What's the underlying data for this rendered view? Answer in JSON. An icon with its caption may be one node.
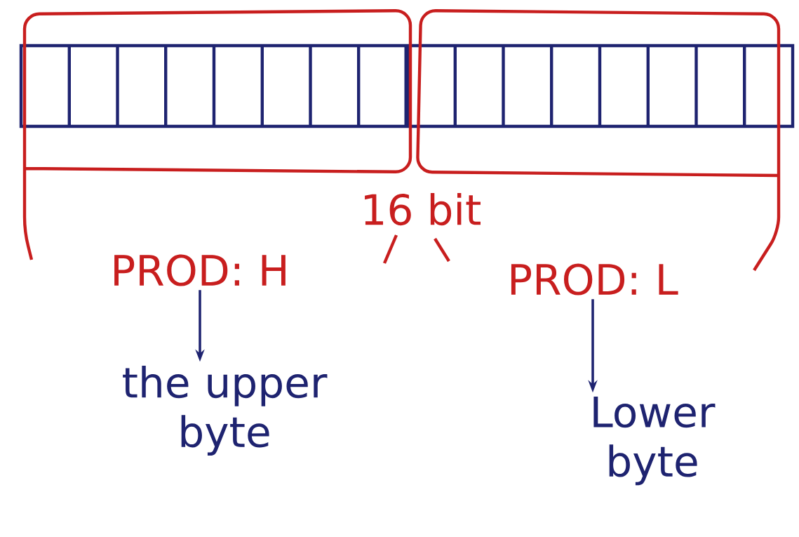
{
  "diagram": {
    "nodes": [
      {
        "text": [
          "PROD: H"
        ]
      },
      {
        "text": [
          "the upper byte"
        ]
      },
      {
        "text": [
          "PROD: L"
        ]
      },
      {
        "text": [
          "Lower byte"
        ]
      }
    ],
    "edges": [
      {
        "from": 0,
        "to": 1,
        "arrow": "to"
      },
      {
        "from": 2,
        "to": 3,
        "arrow": "to"
      }
    ],
    "labels": [
      "16 bit"
    ]
  }
}
